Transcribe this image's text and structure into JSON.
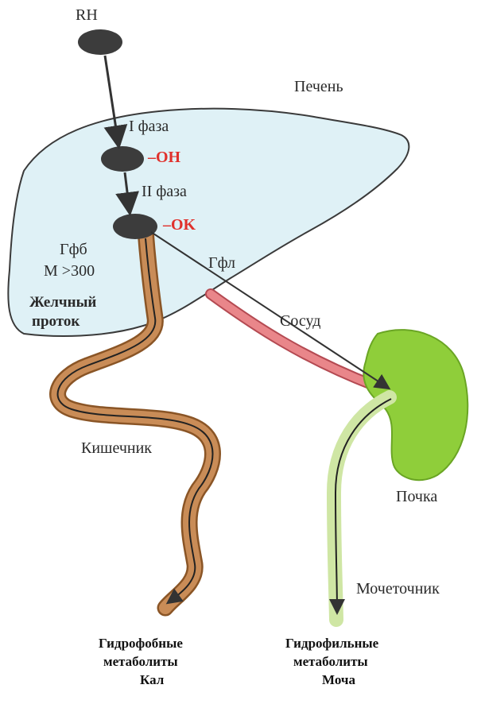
{
  "colors": {
    "liver_fill": "#dff1f6",
    "liver_stroke": "#3a3a3a",
    "bile_duct": "#b2733f",
    "bile_duct_light": "#c98c57",
    "vessel": "#e9868a",
    "kidney": "#8fce3a",
    "ureter": "#cfe6a4",
    "red_label": "#e0312c",
    "node": "#3c3c3c"
  },
  "labels": {
    "rh": "RH",
    "liver": "Печень",
    "phase1": "I фаза",
    "oh": "–OH",
    "phase2": "II фаза",
    "ok": "–OK",
    "gfb": "Гфб",
    "mass": "M >300",
    "gfl": "Гфл",
    "bile_duct_1": "Желчный",
    "bile_duct_2": "проток",
    "vessel": "Сосуд",
    "intestine": "Кишечник",
    "kidney": "Почка",
    "ureter": "Мочеточник",
    "hydrophobic_1": "Гидрофобные",
    "hydrophobic_2": "метаболиты",
    "hydrophobic_3": "Кал",
    "hydrophilic_1": "Гидрофильные",
    "hydrophilic_2": "метаболиты",
    "hydrophilic_3": "Моча"
  }
}
